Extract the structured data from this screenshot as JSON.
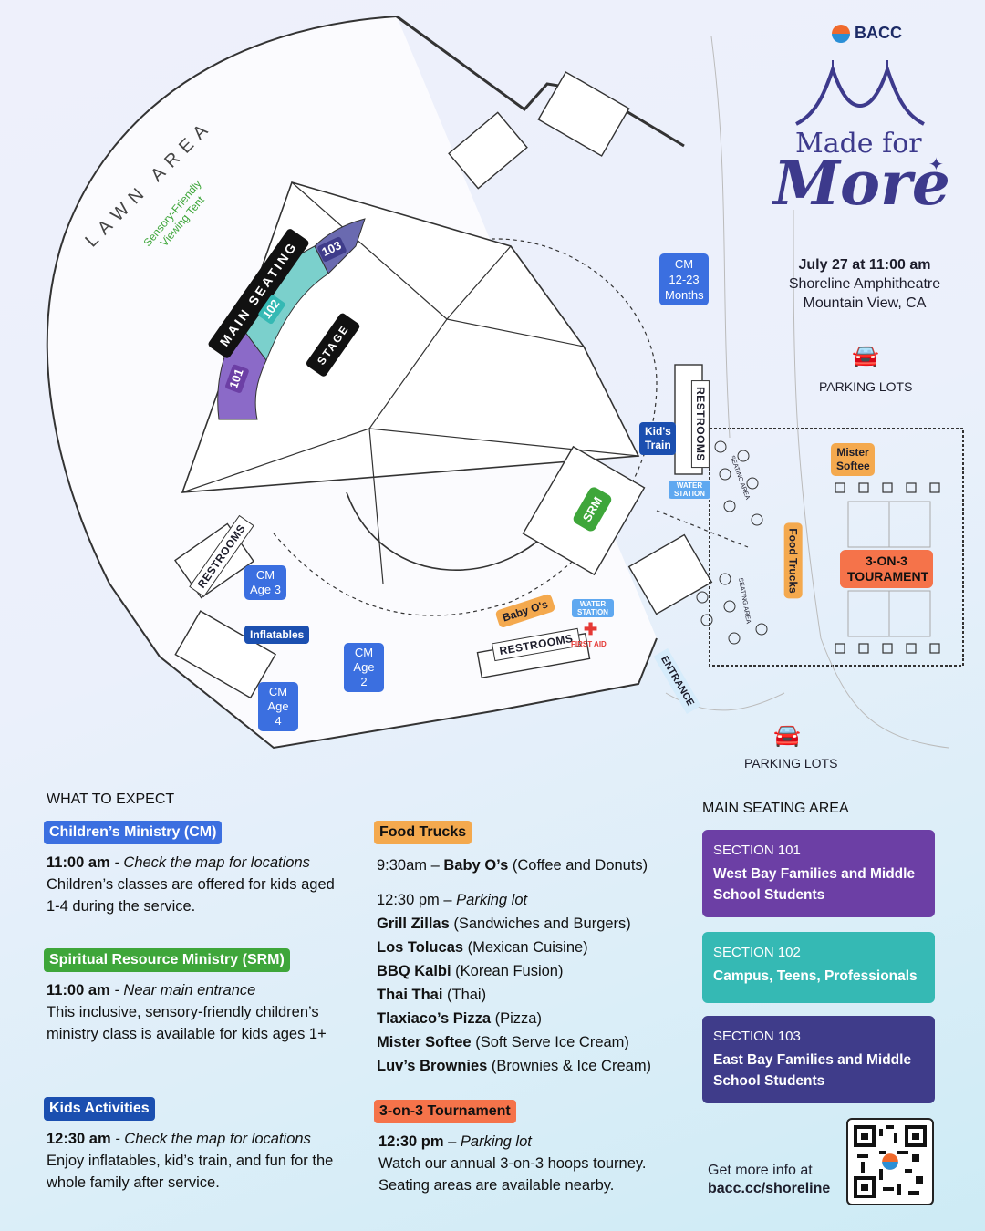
{
  "header": {
    "brand": "BACC",
    "title_top": "Made for",
    "title_bottom": "More",
    "date": "July 27 at 11:00 am",
    "venue": "Shoreline Amphitheatre",
    "city": "Mountain View, CA",
    "parking_top": "PARKING LOTS",
    "parking_bottom": "PARKING LOTS"
  },
  "map": {
    "lawn": "LAWN AREA",
    "sensory_tent": "Sensory-Friendly Viewing Tent",
    "main_seating": "MAIN SEATING",
    "stage": "STAGE",
    "sec_101": "101",
    "sec_102": "102",
    "sec_103": "103",
    "restrooms_left": "RESTROOMS",
    "restrooms_bottom": "RESTROOMS",
    "restrooms_right": "RESTROOMS",
    "cm_1223": "CM 12-23 Months",
    "cm_age3": "CM Age 3",
    "cm_age2": "CM Age 2",
    "cm_age4": "CM Age 4",
    "inflatables": "Inflatables",
    "kids_train": "Kid's Train",
    "water_1": "WATER STATION",
    "water_2": "WATER STATION",
    "first_aid": "FIRST AID",
    "srm": "SRM",
    "baby_os": "Baby O's",
    "entrance": "ENTRANCE",
    "food_trucks": "Food Trucks",
    "seating_area_1": "SEATING AREA",
    "seating_area_2": "SEATING AREA",
    "mister_softee": "Mister Softee",
    "tournament": "3-ON-3 TOURAMENT"
  },
  "expect": {
    "heading": "WHAT TO EXPECT",
    "cm": {
      "label": "Children’s Ministry (CM)",
      "time": "11:00 am",
      "note": " - Check the map for locations",
      "desc": "Children’s classes are offered for kids aged 1-4 during the service."
    },
    "srm": {
      "label": "Spiritual Resource Ministry (SRM)",
      "time": "11:00 am",
      "note": " - Near main entrance",
      "desc": "This inclusive, sensory-friendly children’s ministry class is available for kids ages 1+"
    },
    "kids": {
      "label": "Kids Activities",
      "time": "12:30 am",
      "note": " - Check the map for locations",
      "desc": "Enjoy inflatables, kid’s train, and fun for the whole family after service."
    }
  },
  "food": {
    "label": "Food Trucks",
    "first_time": "9:30am – ",
    "first_name": "Baby O’s",
    "first_desc": " (Coffee and Donuts)",
    "second_time": "12:30 pm – ",
    "second_loc": "Parking lot",
    "items": [
      {
        "name": "Grill Zillas",
        "desc": " (Sandwiches and Burgers)"
      },
      {
        "name": "Los Tolucas",
        "desc": " (Mexican Cuisine)"
      },
      {
        "name": "BBQ Kalbi",
        "desc": " (Korean Fusion)"
      },
      {
        "name": "Thai Thai",
        "desc": " (Thai)"
      },
      {
        "name": "Tlaxiaco’s Pizza",
        "desc": " (Pizza)"
      },
      {
        "name": "Mister Softee",
        "desc": " (Soft Serve Ice Cream)"
      },
      {
        "name": "Luv’s Brownies",
        "desc": " (Brownies & Ice Cream)"
      }
    ]
  },
  "tournament": {
    "label": "3-on-3 Tournament",
    "time": "12:30 pm",
    "note": " – Parking lot",
    "desc": "Watch our annual 3-on-3 hoops tourney. Seating areas are available nearby."
  },
  "seating": {
    "heading": "MAIN SEATING AREA",
    "sections": [
      {
        "section": "SECTION 101",
        "desc": "West Bay Families and Middle School Students",
        "color": "#6c3fa5"
      },
      {
        "section": "SECTION 102",
        "desc": "Campus, Teens, Professionals",
        "color": "#35b9b4"
      },
      {
        "section": "SECTION 103",
        "desc": "East Bay Families and Middle School Students",
        "color": "#3f3c8a"
      }
    ]
  },
  "more_info": {
    "line1": "Get more info at",
    "line2": "bacc.cc/shoreline"
  }
}
